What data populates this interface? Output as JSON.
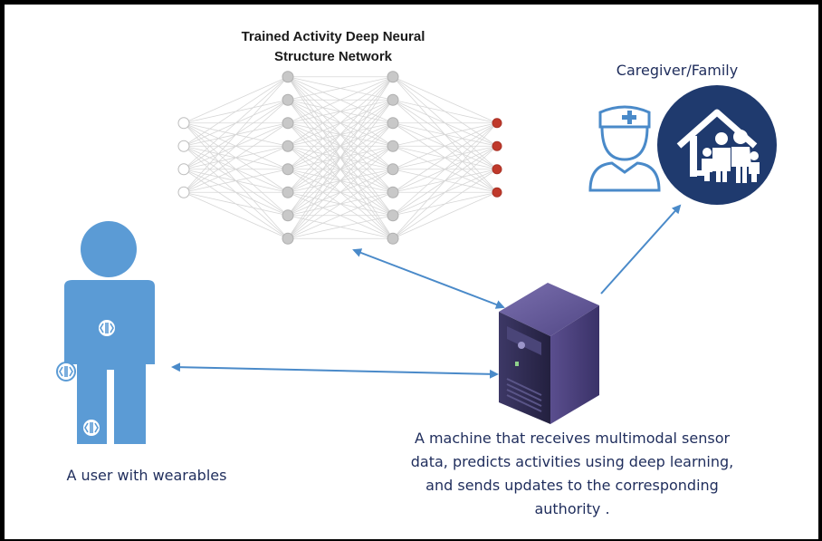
{
  "nn_title": {
    "line1": "Trained Activity Deep Neural",
    "line2": "Structure Network"
  },
  "caregiver_label": "Caregiver/Family",
  "user_label": "A user with wearables",
  "machine_caption": {
    "line1": "A machine that receives multimodal sensor",
    "line2": "data, predicts activities using deep learning,",
    "line3": "and sends updates to the corresponding",
    "line4": "authority ."
  },
  "network": {
    "layer_sizes": [
      4,
      8,
      8,
      4
    ],
    "input_node_color": "#ffffff",
    "hidden_node_color": "#c8c8c8",
    "output_node_color": "#c0392b"
  },
  "colors": {
    "arrow": "#4a8ac9",
    "person": "#5b9bd5",
    "family_circle": "#1f3a6e",
    "server_front": "#2e2a4f",
    "server_side": "#4b3f7a"
  },
  "icons": {
    "user": "person-with-wearables-icon",
    "server": "server-icon",
    "nurse": "nurse-icon",
    "family": "family-house-icon",
    "neural_network": "neural-network-icon"
  }
}
